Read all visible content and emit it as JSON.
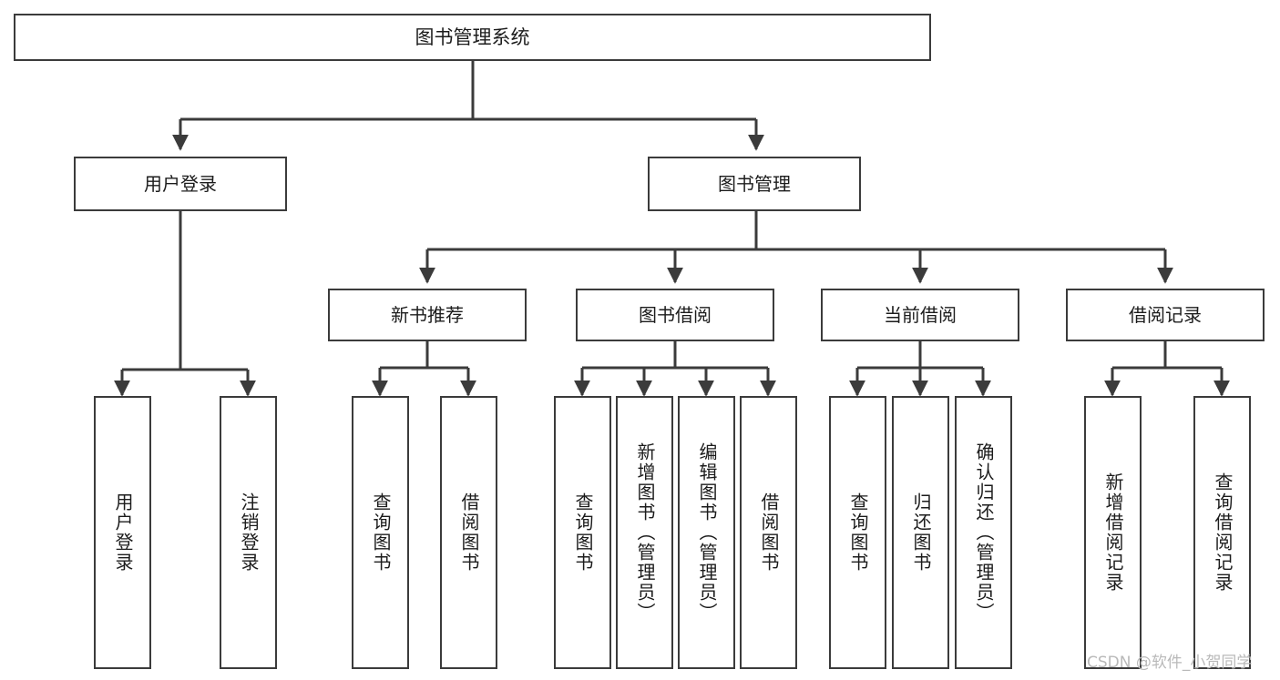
{
  "diagram": {
    "title": "图书管理系统",
    "watermark": "CSDN @软件_小贺同学",
    "stroke_color": "#3b3b3b",
    "fill_color": "#ffffff",
    "text_color": "#1c1c1c"
  },
  "nodes": {
    "root": {
      "label": "图书管理系统"
    },
    "level2": [
      {
        "label": "用户登录"
      },
      {
        "label": "图书管理"
      }
    ],
    "level3": [
      {
        "label": "新书推荐"
      },
      {
        "label": "图书借阅"
      },
      {
        "label": "当前借阅"
      },
      {
        "label": "借阅记录"
      }
    ],
    "leaves": {
      "user_login": [
        {
          "label": "用户登录"
        },
        {
          "label": "注销登录"
        }
      ],
      "new_book_recommend": [
        {
          "label": "查询图书"
        },
        {
          "label": "借阅图书"
        }
      ],
      "book_borrow": [
        {
          "label": "查询图书"
        },
        {
          "label": "新增图书（管理员）"
        },
        {
          "label": "编辑图书（管理员）"
        },
        {
          "label": "借阅图书"
        }
      ],
      "current_borrow": [
        {
          "label": "查询图书"
        },
        {
          "label": "归还图书"
        },
        {
          "label": "确认归还（管理员）"
        }
      ],
      "borrow_record": [
        {
          "label": "新增借阅记录"
        },
        {
          "label": "查询借阅记录"
        }
      ]
    }
  }
}
